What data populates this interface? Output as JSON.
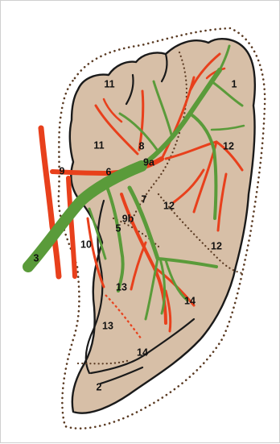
{
  "colors": {
    "parenchyma": "#d7bfa7",
    "outline": "#1a1a1a",
    "dotted_border": "#5a3a22",
    "artery": "#e8401c",
    "duct": "#5a9b3a",
    "background": "#ffffff"
  },
  "labels": {
    "n1": "1",
    "n2": "2",
    "n3": "3",
    "n5": "5",
    "n6": "6",
    "n7": "7",
    "n8": "8",
    "n9": "9",
    "n9a": "9a",
    "n9b": "9b",
    "n10": "10",
    "n11a": "11",
    "n11b": "11",
    "n12a": "12",
    "n12b": "12",
    "n12c": "12",
    "n13a": "13",
    "n13b": "13",
    "n14a": "14",
    "n14b": "14"
  }
}
